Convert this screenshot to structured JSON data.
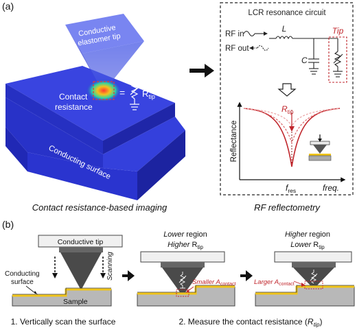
{
  "colors": {
    "block_blue": "#2b36d9",
    "red": "#c0262c",
    "dark": "#3a3a3a",
    "gold": "#f0c419"
  },
  "panel_a": {
    "label": "(a)",
    "tip_label_l1": "Conductive",
    "tip_label_l2": "elastomer tip",
    "contact_l1": "Contact",
    "contact_l2": "resistance",
    "equals": "=",
    "r_main": "R",
    "r_sub": "tip",
    "surface_label": "Conducting surface",
    "caption_left": "Contact resistance-based imaging",
    "circuit_title": "LCR resonance circuit",
    "rf_in": "RF in",
    "rf_out": "RF out",
    "inductor": "L",
    "capacitor": "C",
    "tip_box_label": "Tip",
    "plot_r_main": "R",
    "plot_r_sub": "tip",
    "y_axis": "Reflectance",
    "f_main": "f",
    "f_sub": "res",
    "x_axis": "freq.",
    "caption_right": "RF reflectometry"
  },
  "panel_b": {
    "label": "(b)",
    "tip_label": "Conductive tip",
    "surface_l1": "Conducting",
    "surface_l2": "surface",
    "scanning": "Scanning",
    "sample": "Sample",
    "mid_h1_em": "Lower",
    "mid_h1_rest": " region",
    "mid_h2_em": "Higher",
    "mid_h2_r": " R",
    "mid_h2_sub": "tip",
    "right_h1_em": "Higher",
    "right_h1_rest": " region",
    "right_h2_em": "Lower",
    "right_h2_r": " R",
    "right_h2_sub": "tip",
    "smaller_em": "Smaller ",
    "smaller_a": "A",
    "smaller_sub": "contact",
    "larger_em": "Larger ",
    "larger_a": "A",
    "larger_sub": "contact",
    "step1": "1. Vertically scan the surface",
    "step2_pre": "2. Measure the contact resistance (",
    "step2_r": "R",
    "step2_sub": "tip",
    "step2_post": ")"
  }
}
